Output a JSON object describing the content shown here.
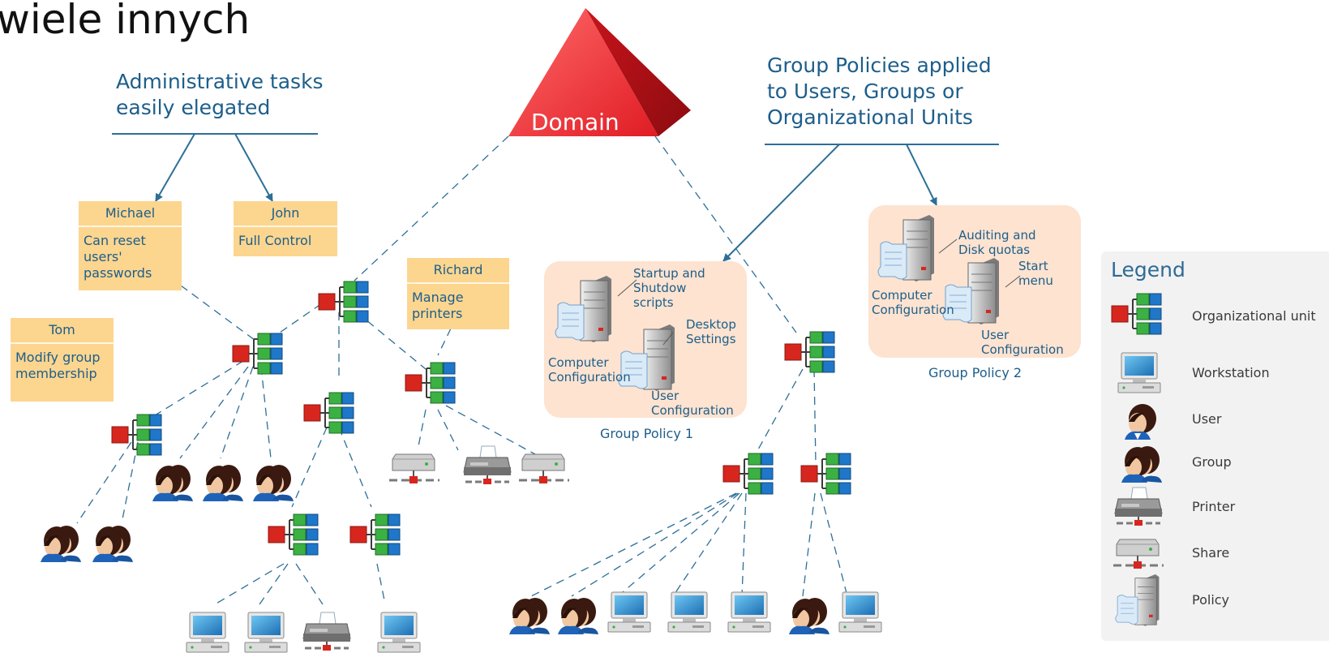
{
  "page_title": "wiele innych",
  "domain_label": "Domain",
  "headings": {
    "admin": "Administrative tasks\neasily elegated",
    "policies": "Group Policies applied\nto Users, Groups or\nOrganizational Units"
  },
  "admins": [
    {
      "name": "Michael",
      "task": "Can reset\nusers'\npasswords"
    },
    {
      "name": "John",
      "task": "Full Control"
    },
    {
      "name": "Richard",
      "task": "Manage\nprinters"
    },
    {
      "name": "Tom",
      "task": "Modify group\nmembership"
    }
  ],
  "group_policy_1": {
    "caption": "Group Policy 1",
    "startup": "Startup and\nShutdow\nscripts",
    "desktop": "Desktop\nSettings",
    "computer": "Computer\nConfiguration",
    "user": "User\nConfiguration"
  },
  "group_policy_2": {
    "caption": "Group Policy 2",
    "auditing": "Auditing and\nDisk quotas",
    "start_menu": "Start\nmenu",
    "computer": "Computer\nConfiguration",
    "user": "User\nConfiguration"
  },
  "legend": {
    "title": "Legend",
    "items": [
      {
        "icon": "organizational-unit-icon",
        "label": "Organizational unit"
      },
      {
        "icon": "workstation-icon",
        "label": "Workstation"
      },
      {
        "icon": "user-icon",
        "label": "User"
      },
      {
        "icon": "group-icon",
        "label": "Group"
      },
      {
        "icon": "printer-icon",
        "label": "Printer"
      },
      {
        "icon": "share-icon",
        "label": "Share"
      },
      {
        "icon": "policy-icon",
        "label": "Policy"
      }
    ]
  },
  "colors": {
    "heading": "#1d5e8a",
    "domain": "#e8202a",
    "admin_box": "#fcd58f",
    "policy_box": "#fde3d0",
    "legend_bg": "#f2f2f2",
    "connector": "#2d6f97"
  }
}
